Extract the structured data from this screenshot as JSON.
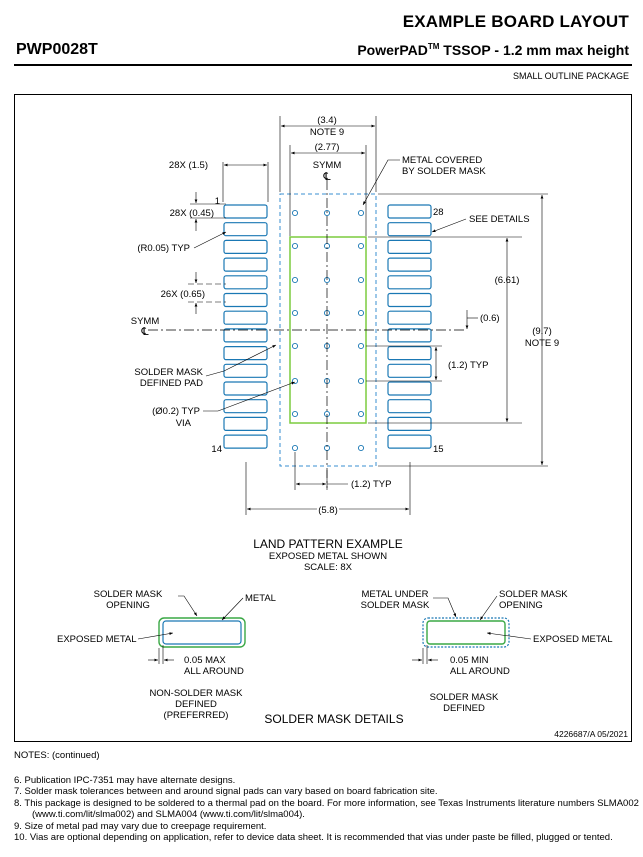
{
  "header": {
    "title": "EXAMPLE BOARD LAYOUT",
    "part": "PWP0028T",
    "package_prefix": "PowerPAD",
    "package_tm": "TM",
    "package_suffix": " TSSOP - 1.2 mm max height",
    "subtitle": "SMALL OUTLINE PACKAGE"
  },
  "land_pattern": {
    "dims": {
      "d3_4": "(3.4)",
      "note9_top": "NOTE 9",
      "d2_77": "(2.77)",
      "symm_top": "SYMM",
      "metal_covered_1": "METAL COVERED",
      "metal_covered_2": "BY SOLDER MASK",
      "d28x15": "28X (1.5)",
      "pin1": "1",
      "pin28": "28",
      "see_details": "SEE DETAILS",
      "d28x045": "28X (0.45)",
      "r005": "(R0.05) TYP",
      "d661": "(6.61)",
      "d26x065": "26X (0.65)",
      "symm_left": "SYMM",
      "d06": "(0.6)",
      "d97": "(9.7)",
      "note9_right": "NOTE 9",
      "d12typ_right": "(1.2) TYP",
      "smd_pad_1": "SOLDER MASK",
      "smd_pad_2": "DEFINED PAD",
      "via_1": "(",
      "via_2": "0.2) TYP",
      "via_3": "VIA",
      "pin14": "14",
      "pin15": "15",
      "d12typ_bottom": "(1.2) TYP",
      "d58": "(5.8)"
    },
    "caption_title": "LAND PATTERN EXAMPLE",
    "caption_sub": "EXPOSED METAL SHOWN",
    "caption_scale": "SCALE: 8X"
  },
  "solder_mask": {
    "left": {
      "opening_1": "SOLDER MASK",
      "opening_2": "OPENING",
      "metal": "METAL",
      "exposed": "EXPOSED METAL",
      "max_1": "0.05 MAX",
      "max_2": "ALL AROUND",
      "cap_1": "NON-SOLDER MASK",
      "cap_2": "DEFINED",
      "cap_3": "(PREFERRED)"
    },
    "right": {
      "under_1": "METAL UNDER",
      "under_2": "SOLDER MASK",
      "opening_1": "SOLDER MASK",
      "opening_2": "OPENING",
      "exposed": "EXPOSED METAL",
      "min_1": "0.05 MIN",
      "min_2": "ALL AROUND",
      "cap_1": "SOLDER MASK",
      "cap_2": "DEFINED"
    },
    "title": "SOLDER MASK DETAILS"
  },
  "doc_id": "4226687/A   05/2021",
  "notes": {
    "heading": "NOTES: (continued)",
    "items": [
      "6. Publication IPC-7351 may have alternate designs.",
      "7. Solder mask tolerances between and around signal pads can vary based on board fabrication site.",
      "8. This package is designed to be soldered to a thermal pad on the board. For more information, see Texas Instruments literature numbers SLMA002 (www.ti.com/lit/slma002) and SLMA004 (www.ti.com/lit/slma004).",
      "9. Size of metal pad may vary due to creepage requirement.",
      "10. Vias are optional depending on application, refer to device data sheet. It is recommended that vias under paste be filled, plugged or tented."
    ]
  },
  "colors": {
    "pad": "#1a78b4",
    "mask": "#3aa845",
    "line": "#000000"
  }
}
